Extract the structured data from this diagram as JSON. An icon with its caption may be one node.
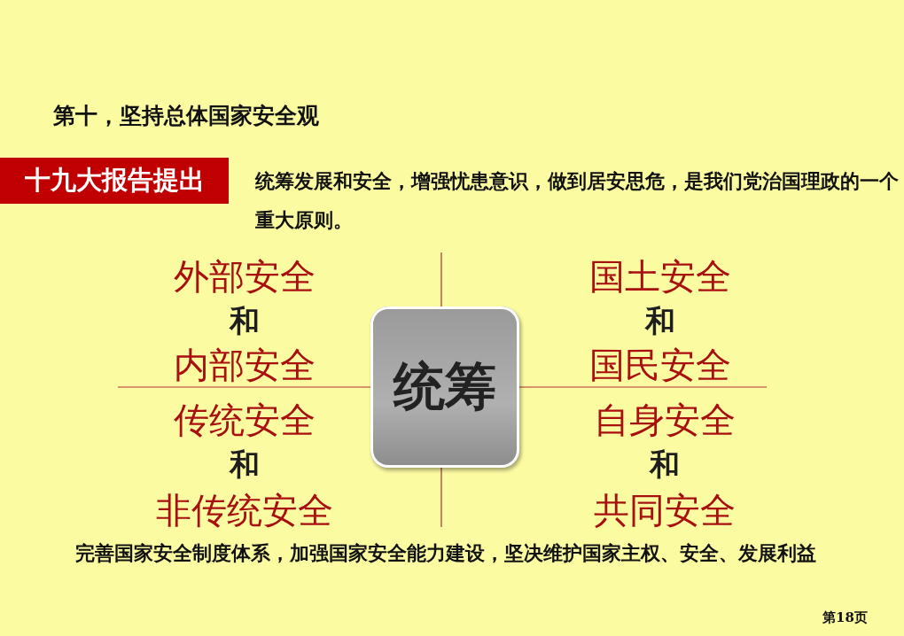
{
  "diagram": {
    "title": "第十，坚持总体国家安全观",
    "nodes": [
      {
        "text": [
          "十九大报告提出"
        ],
        "beside": [
          "统筹发展和安全，增强忧患意识，做到居安思危，是我们党治国理政的一个重大原则。"
        ]
      },
      {
        "text": [
          "统筹"
        ]
      }
    ],
    "labels": [
      "外部安全",
      "和",
      "内部安全",
      "国土安全",
      "和",
      "国民安全",
      "传统安全",
      "和",
      "非传统安全",
      "自身安全",
      "和",
      "共同安全",
      "完善国家安全制度体系，加强国家安全能力建设，坚决维护国家主权、安全、发展利益",
      "第18页"
    ]
  }
}
